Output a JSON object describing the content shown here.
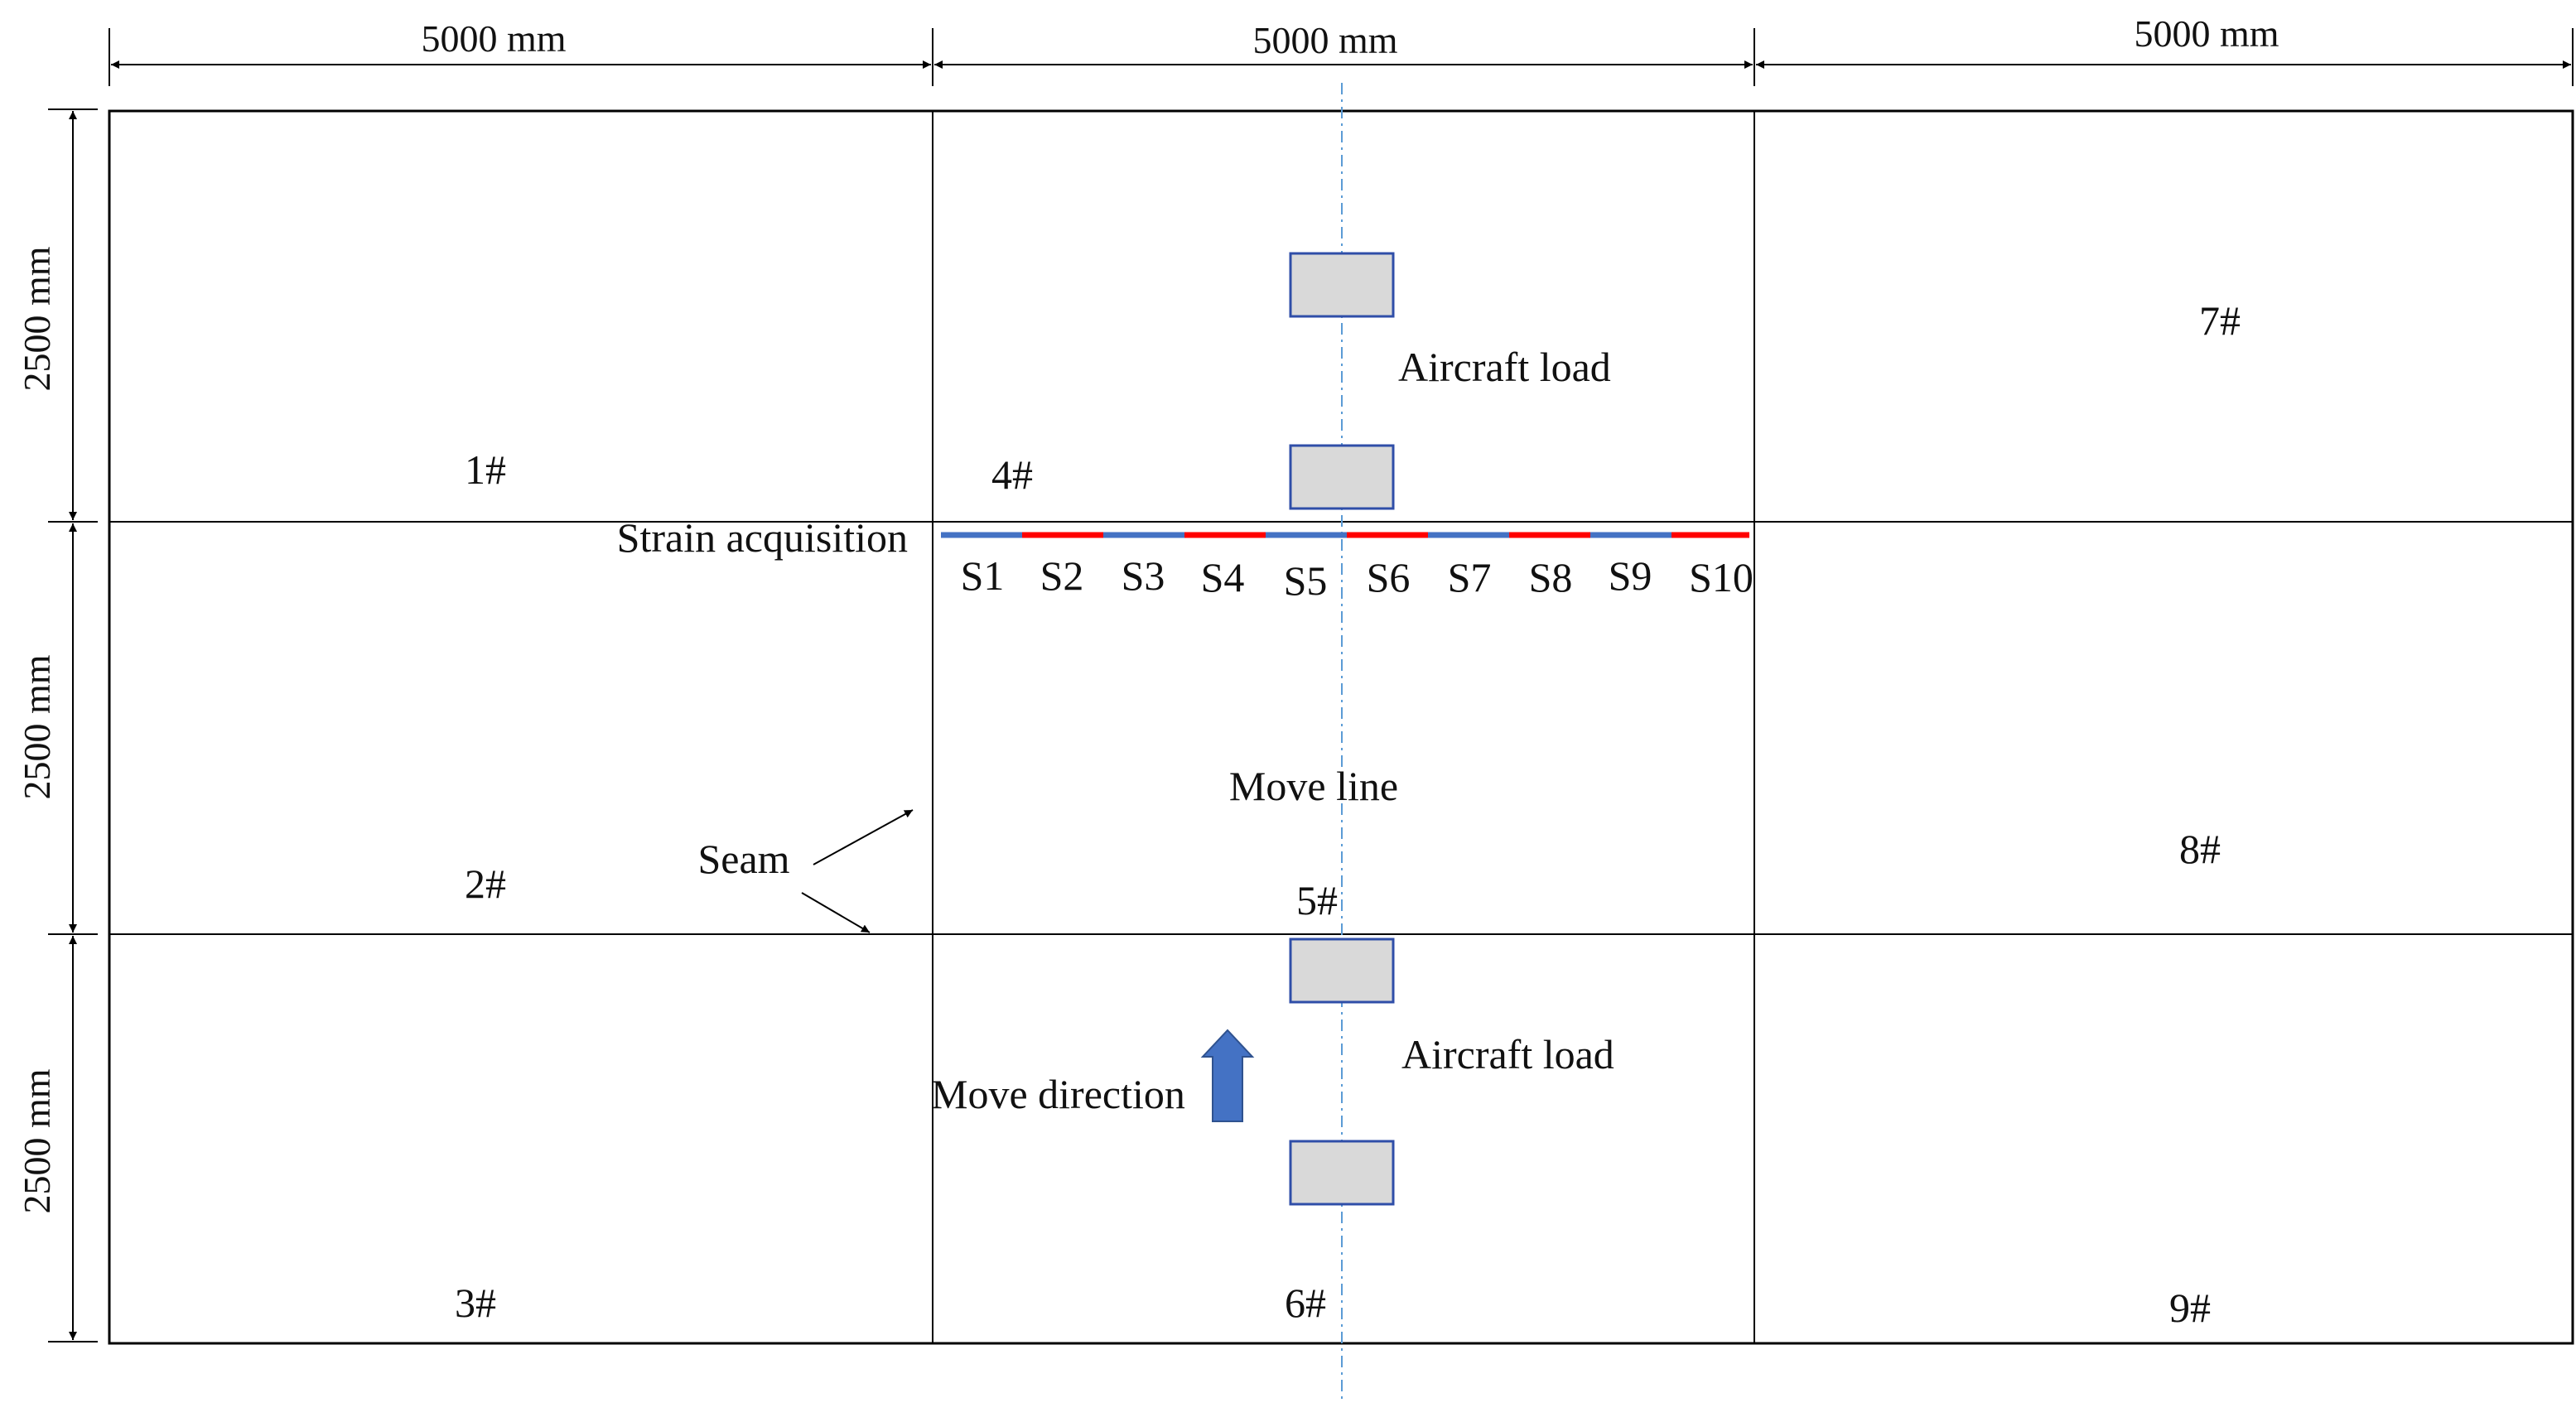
{
  "dimensions": {
    "top": [
      "5000 mm",
      "5000 mm",
      "5000 mm"
    ],
    "left": [
      "2500 mm",
      "2500 mm",
      "2500 mm"
    ]
  },
  "slabs": [
    "1#",
    "2#",
    "3#",
    "4#",
    "5#",
    "6#",
    "7#",
    "8#",
    "9#"
  ],
  "labels": {
    "aircraft_load_top": "Aircraft load",
    "aircraft_load_bottom": "Aircraft load",
    "strain_acquisition": "Strain acquisition",
    "move_line": "Move line",
    "seam": "Seam",
    "move_direction": "Move direction"
  },
  "sensors": [
    "S1",
    "S2",
    "S3",
    "S4",
    "S5",
    "S6",
    "S7",
    "S8",
    "S9",
    "S10"
  ],
  "colors": {
    "sensor_blue": "#4472c4",
    "sensor_red": "#ff0000",
    "load_fill": "#d9d9d9",
    "load_stroke": "#2f4ea8",
    "arrow_fill": "#4472c4",
    "move_line": "#5b9bd5"
  }
}
